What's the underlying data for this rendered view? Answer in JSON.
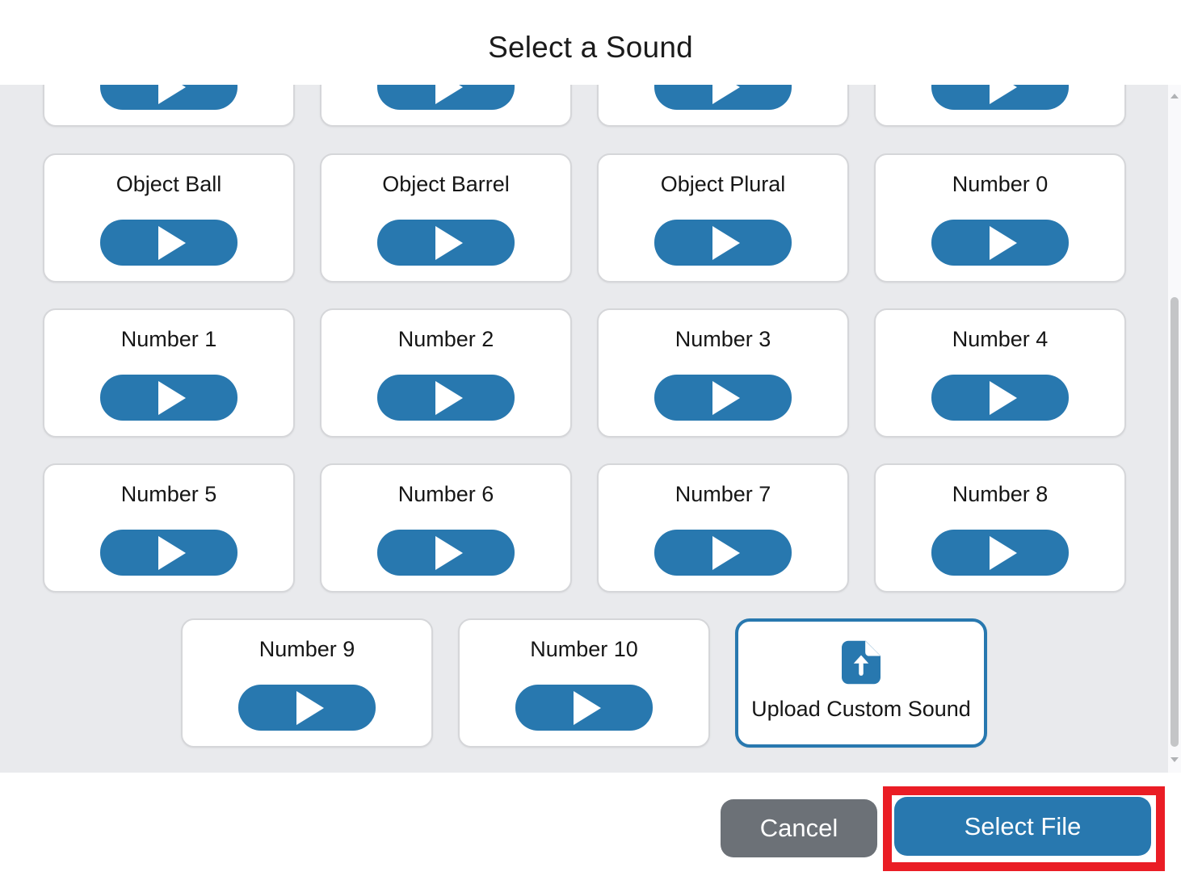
{
  "dialog": {
    "title": "Select a Sound",
    "colors": {
      "accent_blue": "#2878af",
      "cancel_gray": "#6c7177",
      "annotation_red": "#ea1d25",
      "content_background": "#e9eaed"
    },
    "partial_top_row_cards": 4,
    "sound_rows": [
      [
        "Object Ball",
        "Object Barrel",
        "Object Plural",
        "Number 0"
      ],
      [
        "Number 1",
        "Number 2",
        "Number 3",
        "Number 4"
      ],
      [
        "Number 5",
        "Number 6",
        "Number 7",
        "Number 8"
      ]
    ],
    "last_row": [
      "Number 9",
      "Number 10"
    ],
    "upload_card": {
      "label": "Upload Custom Sound",
      "icon": "file-upload-icon"
    },
    "footer": {
      "cancel_label": "Cancel",
      "select_file_label": "Select File"
    }
  }
}
